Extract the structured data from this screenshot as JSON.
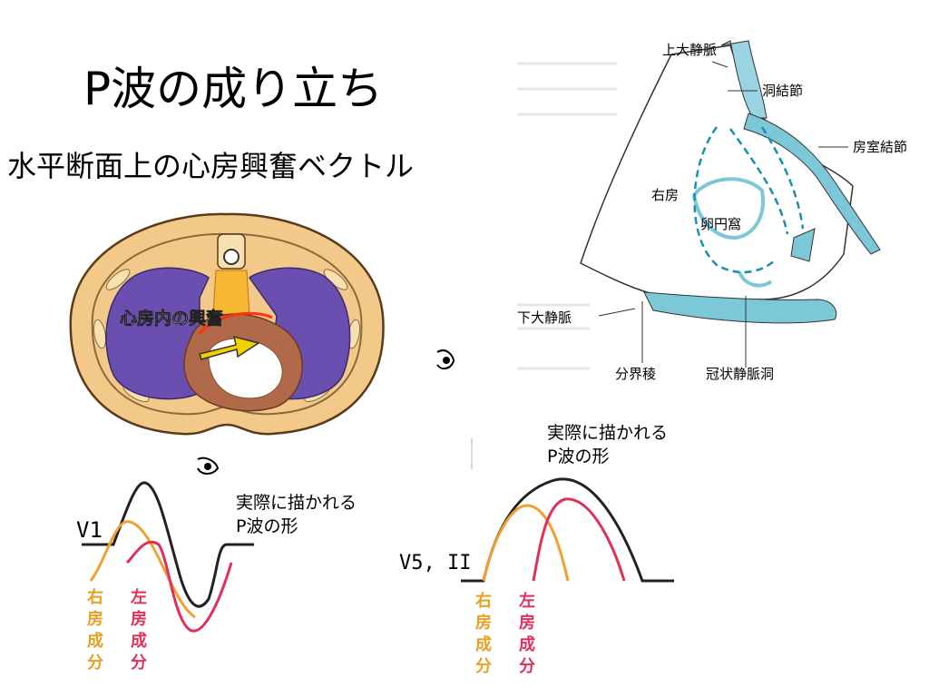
{
  "slide": {
    "title": "P波の成り立ち",
    "subtitle": "水平断面上の心房興奮ベクトル"
  },
  "cross_section": {
    "arrow_label": "心房内の興奮"
  },
  "heart_diagram": {
    "labels": {
      "svc": "上大静脈",
      "sa_node": "洞結節",
      "av_node": "房室結節",
      "right_atrium": "右房",
      "fossa_ovalis": "卵円窩",
      "ivc": "下大静脈",
      "crista": "分界稜",
      "cs": "冠状静脈洞"
    }
  },
  "ecg_v1": {
    "lead": "V1",
    "caption_line1": "実際に描かれる",
    "caption_line2": "P波の形",
    "right_component": [
      "右",
      "房",
      "成",
      "分"
    ],
    "left_component": [
      "左",
      "房",
      "成",
      "分"
    ]
  },
  "ecg_v5": {
    "lead": "V5, II",
    "caption_line1": "実際に描かれる",
    "caption_line2": "P波の形",
    "right_component": [
      "右",
      "房",
      "成",
      "分"
    ],
    "left_component": [
      "左",
      "房",
      "成",
      "分"
    ]
  },
  "colors": {
    "total_wave": "#222222",
    "right_atrial": "#f0a030",
    "left_atrial": "#e0305a",
    "lung": "#6a4fb0",
    "body": "#f3c98a",
    "heart_blue": "#7cc8d8",
    "arrow_dash": "#1a8fb0"
  }
}
